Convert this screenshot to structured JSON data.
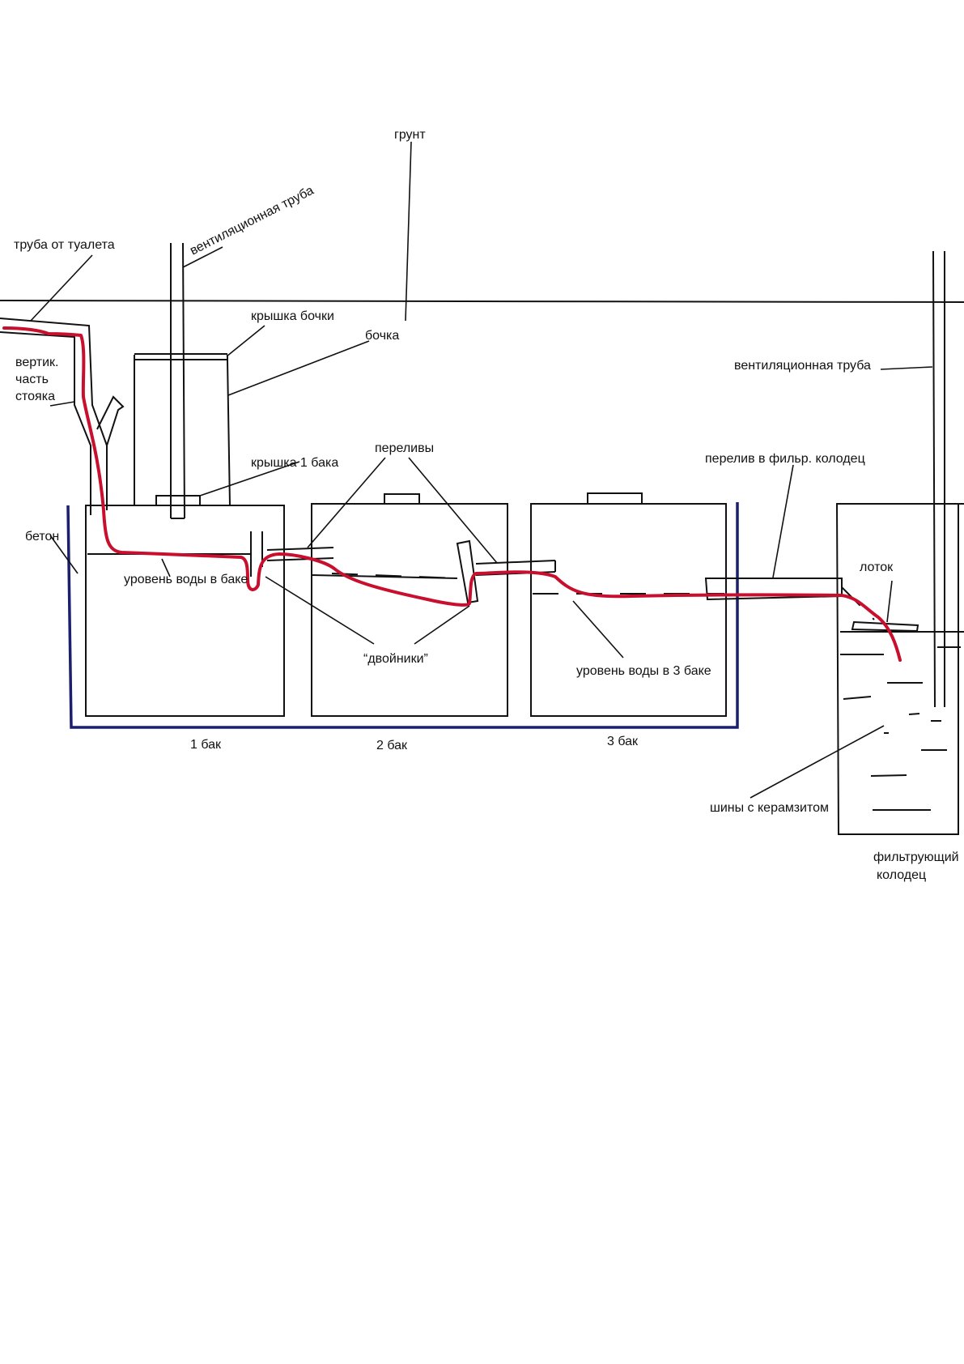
{
  "labels": {
    "soil": "грунт",
    "vent_pipe_left": "вентиляционная труба",
    "toilet_pipe": "труба от туалета",
    "barrel_lid": "крышка бочки",
    "barrel": "бочка",
    "riser_line1": "вертик.",
    "riser_line2": "часть",
    "riser_line3": "стояка",
    "vent_pipe_right": "вентиляционная труба",
    "tank1_lid": "крышка 1 бака",
    "overflows": "переливы",
    "overflow_to_well": "перелив в фильр. колодец",
    "concrete": "бетон",
    "tray": "лоток",
    "water_level_tank1": "уровень воды в баке",
    "tees": "“двойники”",
    "water_level_tank3": "уровень воды в 3 баке",
    "tank1": "1 бак",
    "tank2": "2 бак",
    "tank3": "3 бак",
    "tires": "шины с керамзитом",
    "well_line1": "фильтрующий",
    "well_line2": "колодец"
  },
  "colors": {
    "line": "#111111",
    "concrete": "#1c1f6e",
    "flow_path": "#c8102e"
  }
}
